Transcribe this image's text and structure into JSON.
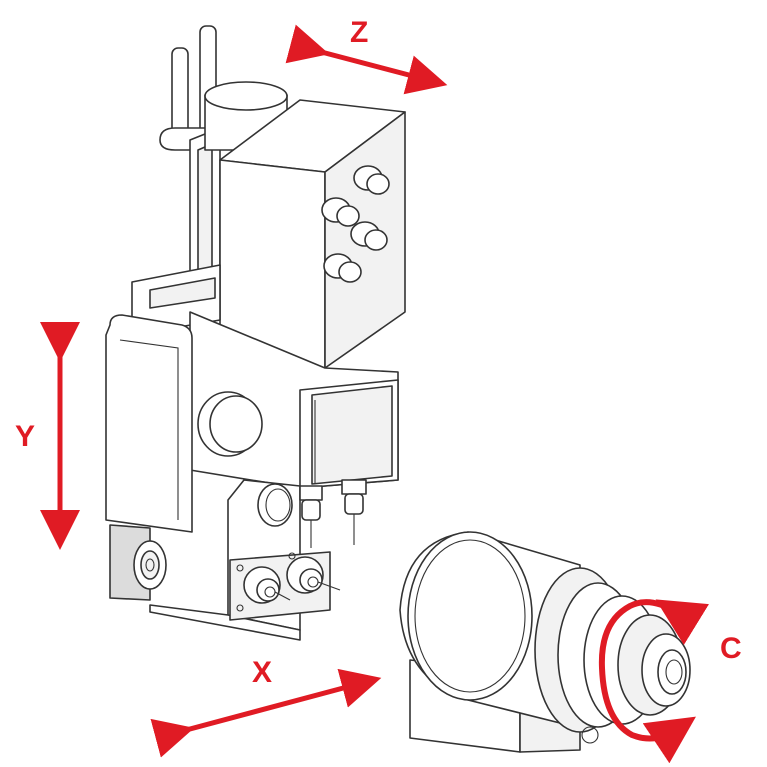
{
  "axes": {
    "z": "Z",
    "y": "Y",
    "x": "X",
    "c": "C"
  },
  "colors": {
    "arrow": "#e01b24",
    "outline": "#333333"
  }
}
